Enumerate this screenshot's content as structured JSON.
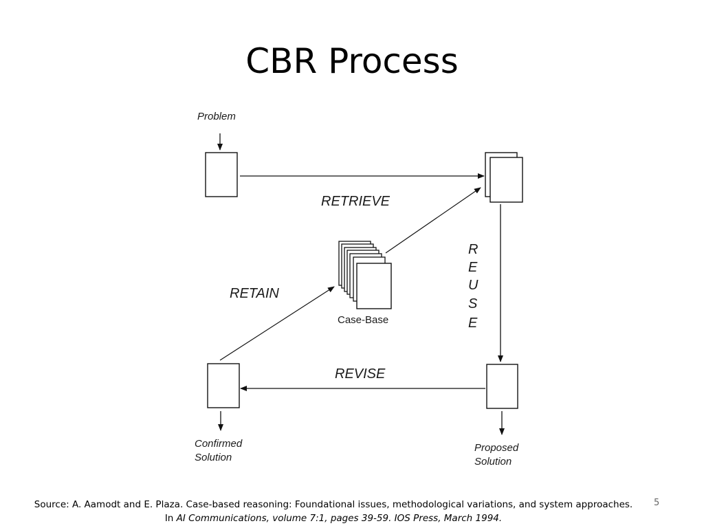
{
  "slide": {
    "title": "CBR Process",
    "number": "5"
  },
  "diagram": {
    "problem_label": "Problem",
    "case_base_label": "Case-Base",
    "phases": {
      "retrieve": "RETRIEVE",
      "reuse_letters": [
        "R",
        "E",
        "U",
        "S",
        "E"
      ],
      "revise": "REVISE",
      "retain": "RETAIN"
    },
    "confirmed_solution": [
      "Confirmed",
      "Solution"
    ],
    "proposed_solution": [
      "Proposed",
      "Solution"
    ]
  },
  "source": {
    "line1": "Source: A. Aamodt and E. Plaza. Case-based reasoning: Foundational issues, methodological variations, and system approaches.",
    "line2_prefix": "In ",
    "line2_italic": "AI Communications, volume 7:1, pages 39-59. IOS Press, March 1994."
  }
}
